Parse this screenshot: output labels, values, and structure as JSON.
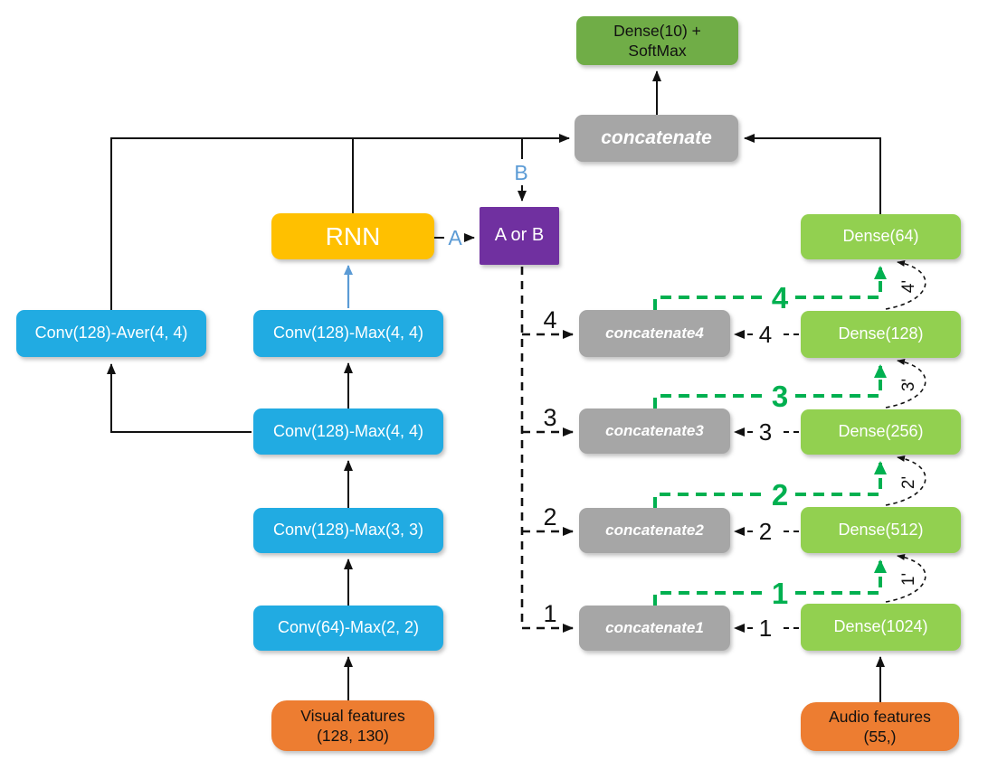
{
  "diagram": {
    "description": "Audio-visual neural network architecture diagram",
    "colors": {
      "conv_blue": "#21ABE2",
      "dense_light_green": "#92D050",
      "output_dark_green": "#70AD47",
      "concat_gray": "#A6A6A6",
      "feature_orange": "#ED7D31",
      "rnn_gold": "#FFC000",
      "selector_purple": "#7030A0",
      "green_link": "#00B050",
      "ab_label_blue": "#5B9BD5",
      "edge_black": "#111111"
    },
    "nodes": {
      "dense_softmax": {
        "label": "Dense(10) +\nSoftMax"
      },
      "concatenate_main": {
        "label": "concatenate"
      },
      "rnn": {
        "label": "RNN"
      },
      "a_or_b": {
        "label": "A or B"
      },
      "conv_aver": {
        "label": "Conv(128)-Aver(4, 4)"
      },
      "conv_max_44_top": {
        "label": "Conv(128)-Max(4, 4)"
      },
      "conv_max_44_mid": {
        "label": "Conv(128)-Max(4, 4)"
      },
      "conv_max_33": {
        "label": "Conv(128)-Max(3, 3)"
      },
      "conv_max_22": {
        "label": "Conv(64)-Max(2, 2)"
      },
      "visual_features": {
        "label": "Visual features\n(128, 130)"
      },
      "audio_features": {
        "label": "Audio features\n(55,)"
      },
      "dense_64": {
        "label": "Dense(64)"
      },
      "dense_128": {
        "label": "Dense(128)"
      },
      "dense_256": {
        "label": "Dense(256)"
      },
      "dense_512": {
        "label": "Dense(512)"
      },
      "dense_1024": {
        "label": "Dense(1024)"
      },
      "concatenate4": {
        "label": "concatenate4"
      },
      "concatenate3": {
        "label": "concatenate3"
      },
      "concatenate2": {
        "label": "concatenate2"
      },
      "concatenate1": {
        "label": "concatenate1"
      }
    },
    "edge_labels": {
      "a": "A",
      "b": "B",
      "left_branches": [
        "4",
        "3",
        "2",
        "1"
      ],
      "right_branches": [
        "4",
        "3",
        "2",
        "1"
      ],
      "green_links": [
        "4",
        "3",
        "2",
        "1"
      ],
      "skip_arcs": [
        "4'",
        "3'",
        "2'",
        "1'"
      ]
    }
  }
}
